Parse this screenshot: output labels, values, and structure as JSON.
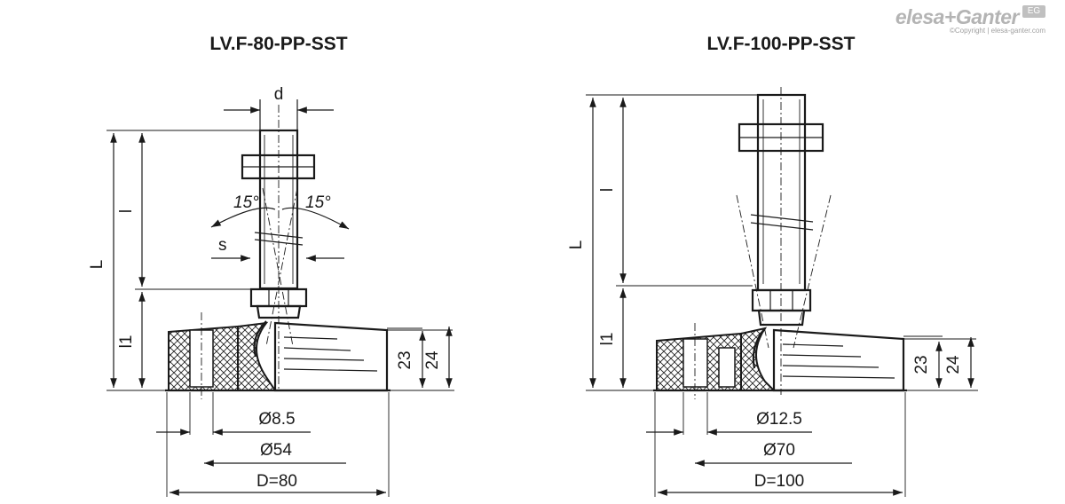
{
  "logo": {
    "brand": "elesa+Ganter",
    "badge": "EG",
    "copyright": "©Copyright | elesa-ganter.com"
  },
  "left": {
    "title": "LV.F-80-PP-SST",
    "labels": {
      "d": "d",
      "angle_left": "15°",
      "angle_right": "15°",
      "s": "s",
      "L": "L",
      "l": "l",
      "l1": "l1",
      "h23": "23",
      "h24": "24"
    },
    "dims": {
      "hole": "Ø8.5",
      "bolt_circle": "Ø54",
      "base": "D=80"
    }
  },
  "right": {
    "title": "LV.F-100-PP-SST",
    "labels": {
      "L": "L",
      "l": "l",
      "l1": "l1",
      "h23": "23",
      "h24": "24"
    },
    "dims": {
      "hole": "Ø12.5",
      "bolt_circle": "Ø70",
      "base": "D=100"
    }
  }
}
